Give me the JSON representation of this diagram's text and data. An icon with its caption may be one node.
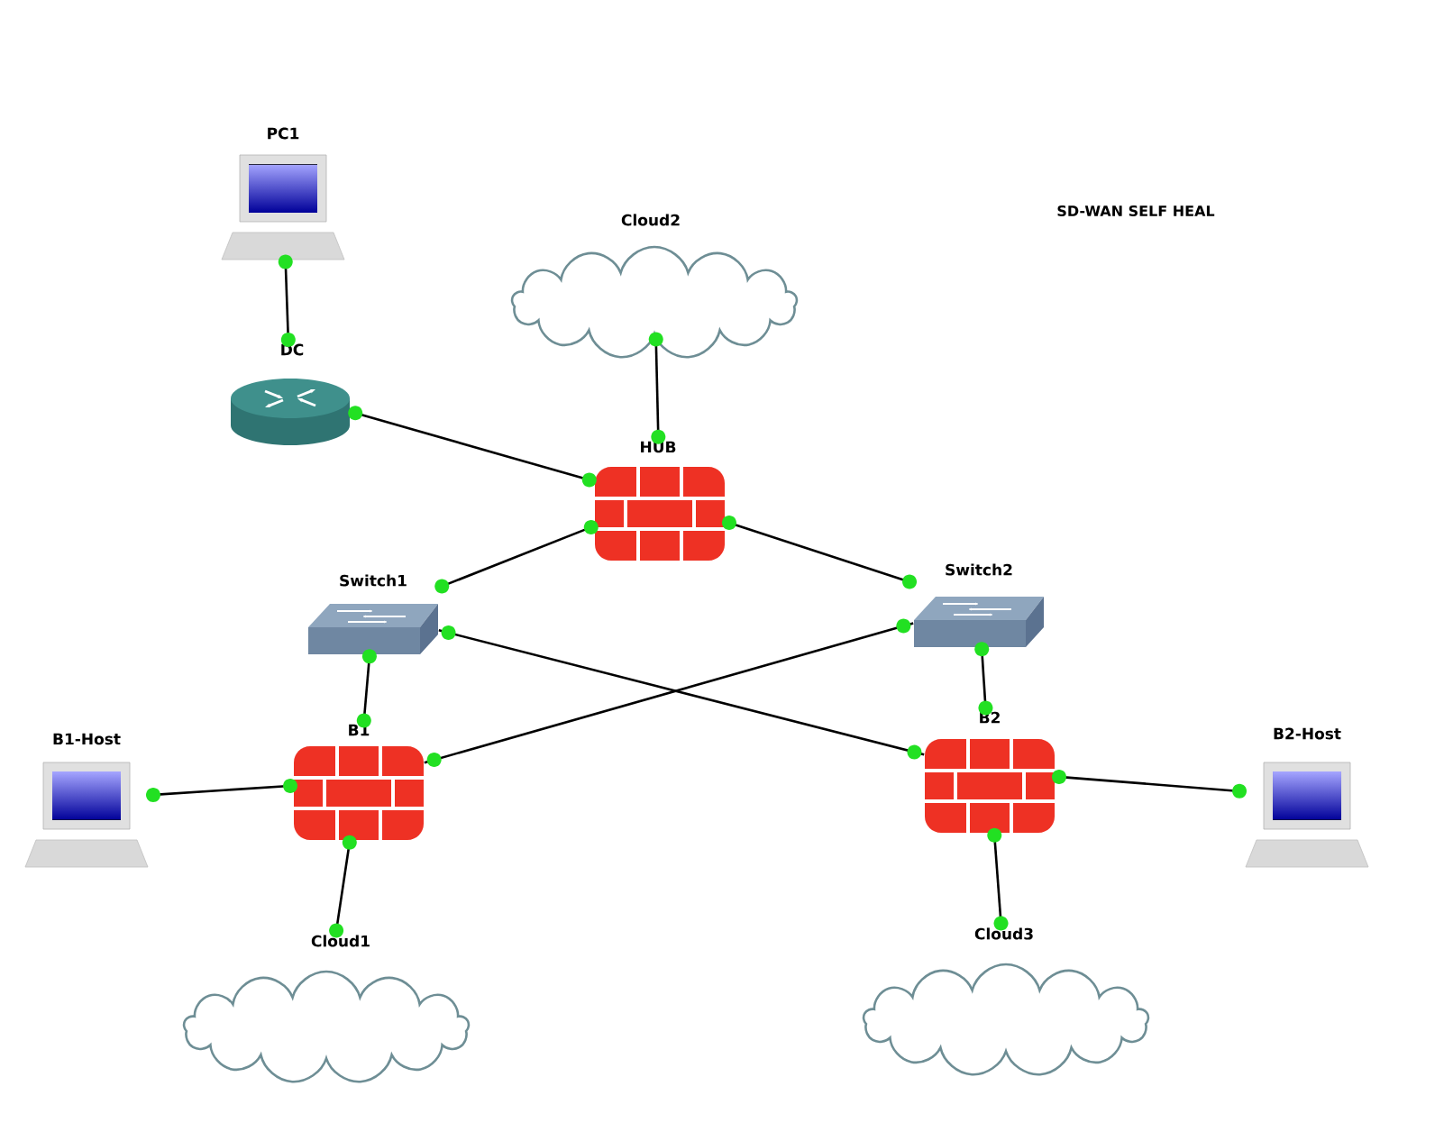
{
  "diagram": {
    "title": "SD-WAN SELF HEAL",
    "nodes": [
      {
        "text": [
          "PC1"
        ]
      },
      {
        "text": [
          "Cloud2"
        ]
      },
      {
        "text": [
          "DC"
        ]
      },
      {
        "text": [
          "HUB"
        ]
      },
      {
        "text": [
          "Switch1"
        ]
      },
      {
        "text": [
          "Switch2"
        ]
      },
      {
        "text": [
          "B1-Host"
        ]
      },
      {
        "text": [
          "B1"
        ]
      },
      {
        "text": [
          "B2"
        ]
      },
      {
        "text": [
          "B2-Host"
        ]
      },
      {
        "text": [
          "Cloud1"
        ]
      },
      {
        "text": [
          "Cloud3"
        ]
      }
    ],
    "edges": [
      {
        "from": 0,
        "to": 2,
        "arrow": "other"
      },
      {
        "from": 1,
        "to": 3,
        "arrow": "other"
      },
      {
        "from": 2,
        "to": 3,
        "arrow": "other"
      },
      {
        "from": 3,
        "to": 4,
        "arrow": "other"
      },
      {
        "from": 3,
        "to": 5,
        "arrow": "other"
      },
      {
        "from": 4,
        "to": 7,
        "arrow": "other"
      },
      {
        "from": 4,
        "to": 8,
        "arrow": "other"
      },
      {
        "from": 5,
        "to": 7,
        "arrow": "other"
      },
      {
        "from": 5,
        "to": 8,
        "arrow": "other"
      },
      {
        "from": 6,
        "to": 7,
        "arrow": "other"
      },
      {
        "from": 8,
        "to": 9,
        "arrow": "other"
      },
      {
        "from": 7,
        "to": 10,
        "arrow": "other"
      },
      {
        "from": 8,
        "to": 11,
        "arrow": "other"
      }
    ]
  }
}
